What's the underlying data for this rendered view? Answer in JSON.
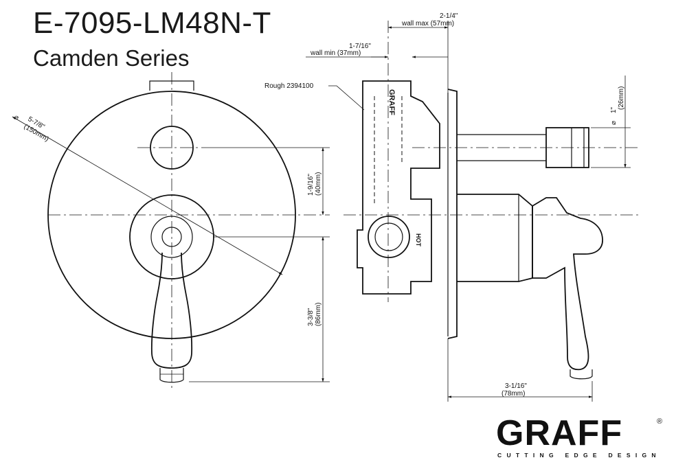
{
  "header": {
    "title": "E-7095-LM48N-T",
    "subtitle": "Camden Series"
  },
  "dimensions": {
    "diameter_imperial": "5-7/8\"",
    "diameter_metric": "(150mm)",
    "diameter_symbol": "⌀",
    "spacing_imperial": "1-9/16\"",
    "spacing_metric": "(40mm)",
    "lever_drop_imperial": "3-3/8\"",
    "lever_drop_metric": "(86mm)",
    "wall_max_imperial": "2-1/4\"",
    "wall_max_label": "wall max (57mm)",
    "wall_min_imperial": "1-7/16\"",
    "wall_min_label": "wall min (37mm)",
    "spout_dia_symbol": "⌀",
    "spout_dia_imperial": "1\"",
    "spout_dia_metric": "(26mm)",
    "projection_imperial": "3-1/16\"",
    "projection_metric": "(78mm)"
  },
  "callouts": {
    "rough_label": "Rough 2394100",
    "body_mark": "GRAFF",
    "hot_mark": "HOT"
  },
  "logo": {
    "wordmark": "GRAFF",
    "registered": "®",
    "tagline": "CUTTING EDGE DESIGN"
  }
}
